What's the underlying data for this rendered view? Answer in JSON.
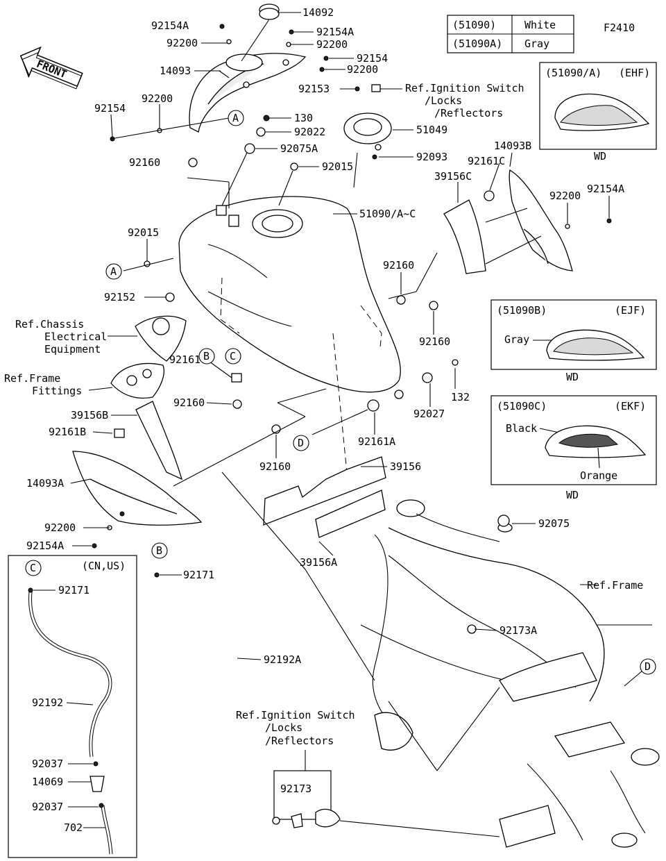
{
  "figure_code": "F2410",
  "front_label": "FRONT",
  "color_table": [
    {
      "code": "(51090)",
      "color": "White"
    },
    {
      "code": "(51090A)",
      "color": "Gray"
    }
  ],
  "variants": [
    {
      "code": "(51090/A)",
      "region": "(EHF)",
      "note": "WD",
      "callouts": []
    },
    {
      "code": "(51090B)",
      "region": "(EJF)",
      "note": "WD",
      "callouts": [
        "Gray"
      ]
    },
    {
      "code": "(51090C)",
      "region": "(EKF)",
      "note": "WD",
      "callouts": [
        "Black",
        "Orange"
      ]
    }
  ],
  "inset_region": "(CN,US)",
  "circle_refs": [
    "A",
    "A",
    "B",
    "C",
    "D",
    "B",
    "C",
    "D"
  ],
  "refs": {
    "ignition_top": [
      "Ref.Ignition Switch",
      "/Locks",
      "/Reflectors"
    ],
    "ignition_bottom": [
      "Ref.Ignition Switch",
      "/Locks",
      "/Reflectors"
    ],
    "chassis": [
      "Ref.Chassis",
      "Electrical",
      "Equipment"
    ],
    "frame_fittings": [
      "Ref.Frame",
      "Fittings"
    ],
    "frame": "Ref.Frame"
  },
  "part_labels": [
    "14092",
    "92154A",
    "92200",
    "92154A",
    "92200",
    "14093",
    "92154",
    "92200",
    "92153",
    "92200",
    "92154",
    "130",
    "92022",
    "51049",
    "92075A",
    "92160",
    "92093",
    "92015",
    "14093B",
    "92161C",
    "39156C",
    "92200",
    "92154A",
    "51090/A~C",
    "92015",
    "92160",
    "92152",
    "92160",
    "92161",
    "132",
    "92160",
    "92027",
    "39156B",
    "92161A",
    "92161B",
    "92160",
    "39156",
    "14093A",
    "92200",
    "92154A",
    "39156A",
    "92075",
    "92171",
    "92171",
    "92192A",
    "92173A",
    "92192",
    "92037",
    "14069",
    "92037",
    "702",
    "92173"
  ]
}
